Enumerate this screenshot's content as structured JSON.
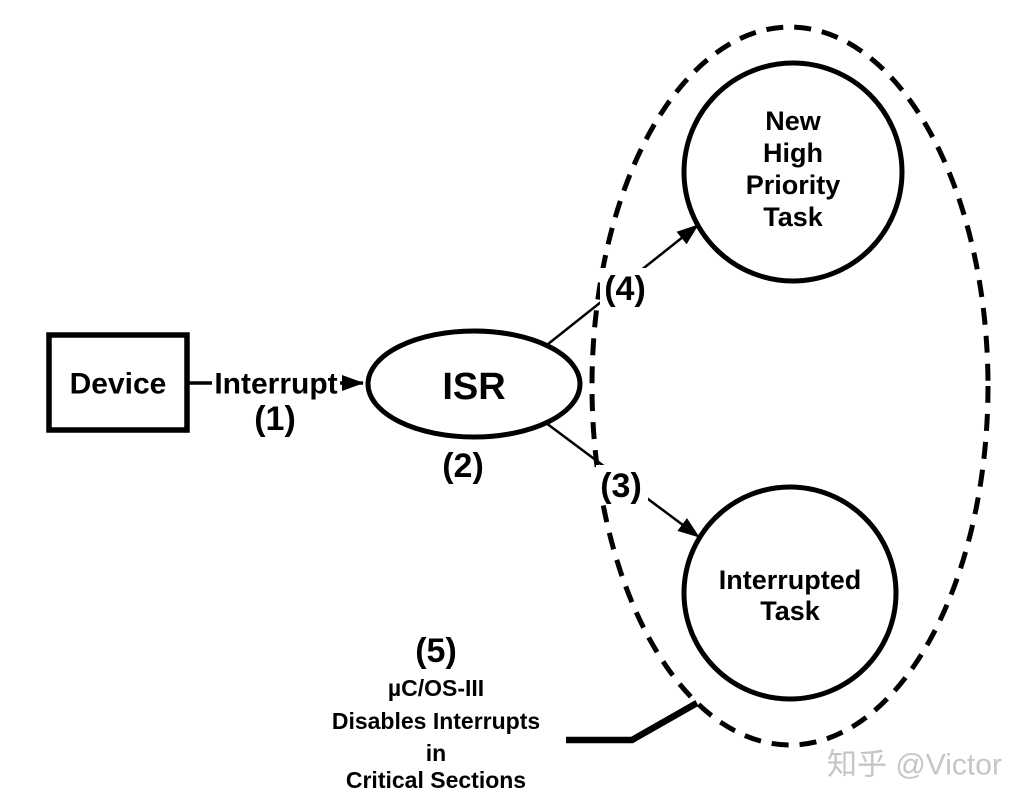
{
  "title": "ISR interrupt handling diagram (uC/OS-III)",
  "colors": {
    "ink": "#000000",
    "background": "#ffffff",
    "watermark": "#c6c6c6"
  },
  "device": {
    "label": "Device"
  },
  "interrupt_arrow": {
    "label": "Interrupt",
    "step": "(1)"
  },
  "isr": {
    "label": "ISR",
    "step": "(2)"
  },
  "dispatch": {
    "to_interrupted_task_step": "(3)",
    "to_new_task_step": "(4)"
  },
  "new_task": {
    "lines": [
      "New",
      "High",
      "Priority",
      "Task"
    ]
  },
  "interrupted_task": {
    "lines": [
      "Interrupted",
      "Task"
    ]
  },
  "note": {
    "step": "(5)",
    "lines": [
      "µC/OS-III",
      "Disables Interrupts",
      "in",
      "Critical Sections"
    ]
  },
  "watermark": {
    "text": "知乎 @Victor"
  }
}
